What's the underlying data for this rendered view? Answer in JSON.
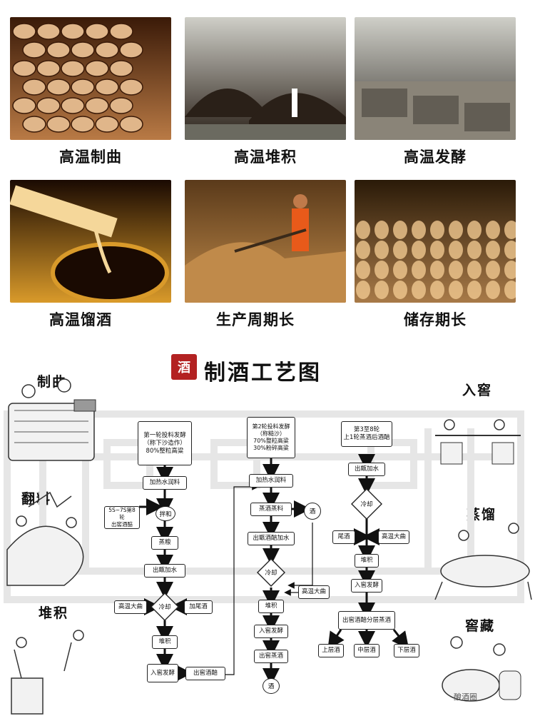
{
  "photos": [
    {
      "caption": "高温制曲",
      "colors": [
        "#3a1a08",
        "#b97a45",
        "#e0b68a"
      ],
      "icon": "qu-brick-pile-photo"
    },
    {
      "caption": "高温堆积",
      "colors": [
        "#cfcfc8",
        "#2a2018",
        "#6b6a60"
      ],
      "icon": "grain-heaps-warehouse-photo"
    },
    {
      "caption": "高温发酵",
      "colors": [
        "#cfcfc8",
        "#3a3630",
        "#8a8478"
      ],
      "icon": "fermentation-pits-photo"
    },
    {
      "caption": "高温馏酒",
      "colors": [
        "#1a0a02",
        "#d99a2a",
        "#f5d79a"
      ],
      "icon": "distilling-pipe-photo"
    },
    {
      "caption": "生产周期长",
      "colors": [
        "#5a3a1a",
        "#c08a4a",
        "#e85a1a"
      ],
      "icon": "worker-shoveling-photo"
    },
    {
      "caption": "储存期长",
      "colors": [
        "#2a1a08",
        "#a87a48",
        "#f0c890"
      ],
      "icon": "jar-cellar-photo"
    }
  ],
  "diagram": {
    "seal_text": "酒",
    "title": "制酒工艺图",
    "side_labels": {
      "zhiqu": "制曲",
      "fanliao": "翻料",
      "duiji": "堆积",
      "rujiao": "入窖",
      "zhengliu": "蒸馏",
      "jiaocang": "窖藏"
    },
    "col1": {
      "b1": "第一轮投料发酵\n（称下沙造作）\n80%整粒高粱",
      "b2": "加热水润料",
      "left_input": "5S~7S第8轮\n出窖酒醅",
      "mix": "拌和",
      "b3": "蒸粮",
      "b4": "出甑加水",
      "cool": "冷却",
      "left_add": "高温大曲",
      "right_add": "加尾酒",
      "b5": "堆积",
      "b6": "入窖发酵",
      "b7": "出窖酒醅"
    },
    "col2": {
      "b1": "第2轮投料发酵\n（称糙沙）\n70%整粒高粱\n30%粉碎高粱",
      "b2": "加热水润料",
      "b3": "蒸酒蒸料",
      "liquor": "酒",
      "b4": "出甑酒醅加水",
      "cool": "冷却",
      "right_add": "高温大曲",
      "b5": "堆积",
      "b6": "入窖发酵",
      "b7": "出窖蒸酒",
      "end": "酒"
    },
    "col3": {
      "b1": "第3至8轮\n上1轮蒸酒后酒醅",
      "b2": "出甑加水",
      "cool": "冷却",
      "left_add": "尾酒",
      "right_add": "高温大曲",
      "b3": "堆积",
      "b4": "入窖发酵",
      "b5": "出窖酒醅分层蒸酒",
      "o1": "上层酒",
      "o2": "中层酒",
      "o3": "下层酒"
    },
    "watermark": "酿酒圈"
  }
}
